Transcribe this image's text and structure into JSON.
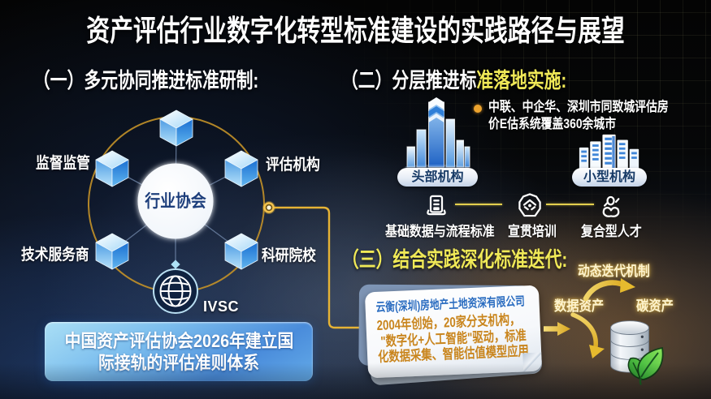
{
  "title": "资产评估行业数字化转型标准建设的实践路径与展望",
  "colors": {
    "highlight_yellow": "#f0e957",
    "gold_line": "#e6b335",
    "banner_blue": "#4585d6",
    "card_orange": "#c9851d",
    "card_blue": "#2a6cc0"
  },
  "section1": {
    "heading": "（一）多元协同推进标准研制:",
    "hub_center": "行业协会",
    "node_top_left": "监督监管",
    "node_top_right": "评估机构",
    "node_bottom_left": "技术服务商",
    "node_bottom_right": "科研院校",
    "globe_label": "IVSC",
    "banner_line1": "中国资产评估协会2026年建立国",
    "banner_line2": "际接轨的评估准则体系"
  },
  "section2": {
    "heading_white": "（二）分层推进标",
    "heading_yellow": "准落地实施:",
    "bullet_line1": "中联、中企华、深圳市同致城评估房",
    "bullet_line2": "价E估系统覆盖360余城市",
    "big_org_label": "头部机构",
    "small_org_label": "小型机构",
    "step1": "基础数据与流程标准",
    "step2": "宣贯培训",
    "step3": "复合型人才"
  },
  "section3": {
    "heading": "（三）结合实践深化标准迭代:",
    "mechanism_label": "动态迭代机制",
    "card_title": "云衡(深圳)房地产土地资深有限公司",
    "card_line1": "2004年创始，20家分支机构，",
    "card_line2": "\"数字化+人工智能\"驱动，标准",
    "card_line3": "化数据采集、智能估值模型应用",
    "data_asset_label": "数据资产",
    "carbon_asset_label": "碳资产"
  }
}
